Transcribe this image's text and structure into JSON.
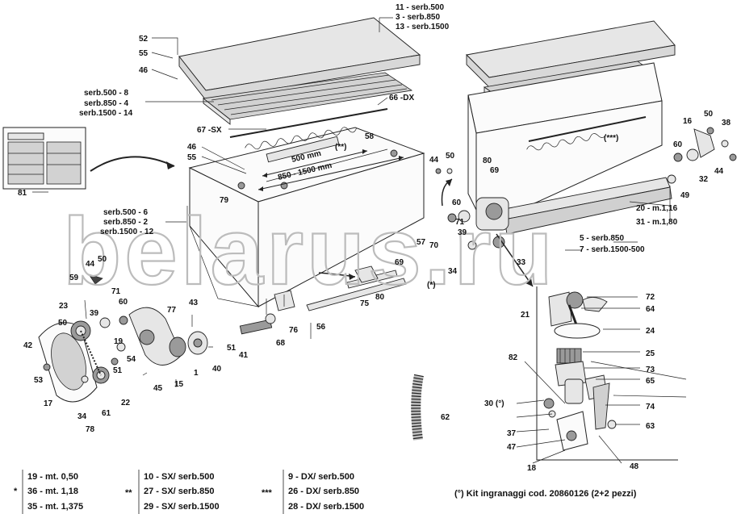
{
  "top_ref": [
    "11 - serb.500",
    "3   - serb.850",
    "13 - serb.1500"
  ],
  "refs_left_lid": [
    "serb.500 -  8",
    "serb.850 -  4",
    "serb.1500 - 14"
  ],
  "refs_hopper": [
    "serb.500 -  6",
    "serb.850 -  2",
    "serb.1500 - 12"
  ],
  "refs_rail": [
    "20 - m.1,16",
    "31 - m.1,80"
  ],
  "refs_right_rail": [
    "5 - serb.850",
    "7 - serb.1500-500"
  ],
  "dims": {
    "d1": "500 mm",
    "d2": "850 - 1500 mm"
  },
  "marks": {
    "m1": "(**)",
    "m2": "(***)",
    "m3": "(*)",
    "m4": "67 -SX",
    "m5": "66 -DX"
  },
  "labels": {
    "n52": "52",
    "n55a": "55",
    "n46a": "46",
    "n58": "58",
    "n46b": "46",
    "n55b": "55",
    "n79": "79",
    "n81": "81",
    "n44a": "44",
    "n50a": "50",
    "n80a": "80",
    "n69a": "69",
    "n60a": "60",
    "n71": "71",
    "n39a": "39",
    "n57": "57",
    "n70": "70",
    "n34a": "34",
    "n33": "33",
    "n16": "16",
    "n50b": "50",
    "n38": "38",
    "n60b": "60",
    "n32": "32",
    "n44b": "44",
    "n49": "49",
    "n44c": "44",
    "n50c": "50",
    "n59": "59",
    "n39b": "39",
    "n71b": "71",
    "n23": "23",
    "n60c": "60",
    "n77": "77",
    "n43": "43",
    "n50d": "50",
    "n42": "42",
    "n19": "19",
    "n54": "54",
    "n51a": "51",
    "n1": "1",
    "n40": "40",
    "n51b": "51",
    "n41": "41",
    "n68": "68",
    "n76": "76",
    "n56": "56",
    "n75": "75",
    "n80b": "80",
    "n69b": "69",
    "n45": "45",
    "n15": "15",
    "n53": "53",
    "n17": "17",
    "n34b": "34",
    "n78": "78",
    "n61": "61",
    "n22": "22",
    "n62": "62",
    "n21": "21",
    "n72": "72",
    "n64": "64",
    "n24": "24",
    "n82": "82",
    "n25": "25",
    "n73": "73",
    "n65": "65",
    "n30": "30 (°)",
    "n74": "74",
    "n37": "37",
    "n63": "63",
    "n47": "47",
    "n18": "18",
    "n48": "48"
  },
  "legend": {
    "c1": [
      "19 - mt. 0,50",
      "36 - mt. 1,18",
      "35 - mt. 1,375"
    ],
    "s1": "*",
    "c2": [
      "10 - SX/ serb.500",
      "27 - SX/ serb.850",
      "29 - SX/ serb.1500"
    ],
    "s2": "**",
    "c3": [
      "9  - DX/ serb.500",
      "26 - DX/ serb.850",
      "28 - DX/ serb.1500"
    ],
    "s3": "***",
    "note": "(°) Kit ingranaggi cod. 20860126 (2+2 pezzi)"
  },
  "watermark": "belarus.ru"
}
